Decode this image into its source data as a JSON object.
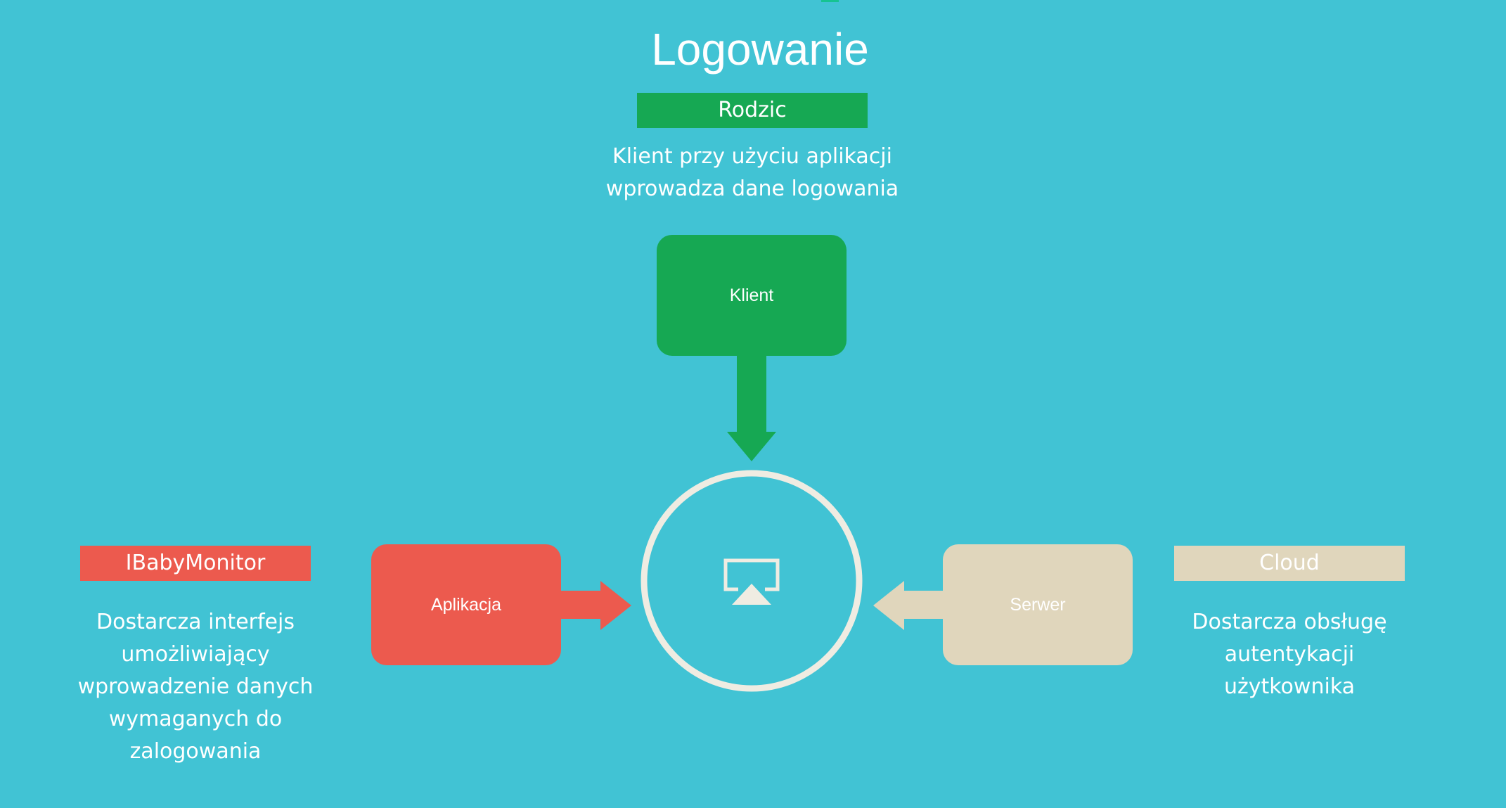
{
  "title": "Logowanie",
  "center": {
    "icon": "airplay-icon"
  },
  "actors": {
    "top": {
      "label": "Rodzic",
      "description_lines": [
        "Klient przy użyciu aplikacji",
        "wprowadza dane logowania"
      ],
      "box_label": "Klient",
      "color": "#16a853"
    },
    "left": {
      "label": "IBabyMonitor",
      "description_lines": [
        "Dostarcza interfejs",
        "umożliwiający",
        "wprowadzenie danych",
        "wymaganych do",
        "zalogowania"
      ],
      "box_label": "Aplikacja",
      "color": "#ec5a4e"
    },
    "right": {
      "label": "Cloud",
      "description_lines": [
        "Dostarcza obsługę",
        "autentykacji",
        "użytkownika"
      ],
      "box_label": "Serwer",
      "color": "#e0d6bc"
    }
  },
  "colors": {
    "background": "#41c3d4",
    "circle": "#efece2",
    "accent_tab": "#16c392"
  }
}
